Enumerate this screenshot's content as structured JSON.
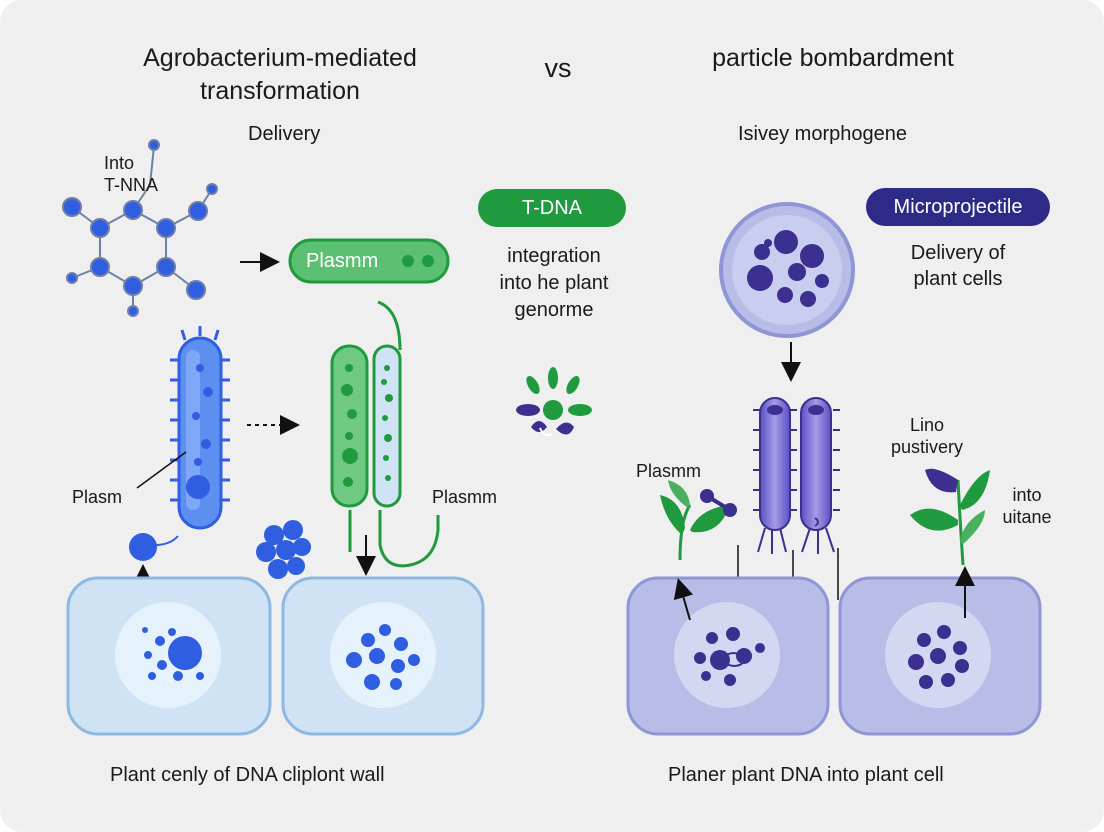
{
  "titles": {
    "left": "Agrobacterium-mediated transformation",
    "vs": "vs",
    "right": "particle bombardment"
  },
  "left": {
    "subtitle": "Delivery",
    "molecule_label": "Into\nT-NNA",
    "plasmid_pill": "Plasmm",
    "bacterium_label": "Plasm",
    "tube_label": "Plasmm",
    "caption": "Plant cenly of DNA cliplont wall"
  },
  "middle": {
    "tdna_pill": "T-DNA",
    "integration_text": "integration\ninto he plant\ngenorme"
  },
  "right": {
    "subtitle": "Isivey morphogene",
    "microprojectile_pill": "Microprojectile",
    "delivery_text": "Delivery of\nplant cells",
    "plant_left_label": "Plasmm",
    "plant_right_top_label": "Lino\npustivery",
    "plant_right_side_label": "into\nuitane",
    "caption": "Planer plant DNA into plant cell"
  },
  "colors": {
    "blue": "#2f5ee0",
    "green": "#1f9a3e",
    "purple": "#3b2f8f",
    "cell_blue": "#cfe3f4",
    "cell_purple": "#b7bde6"
  }
}
